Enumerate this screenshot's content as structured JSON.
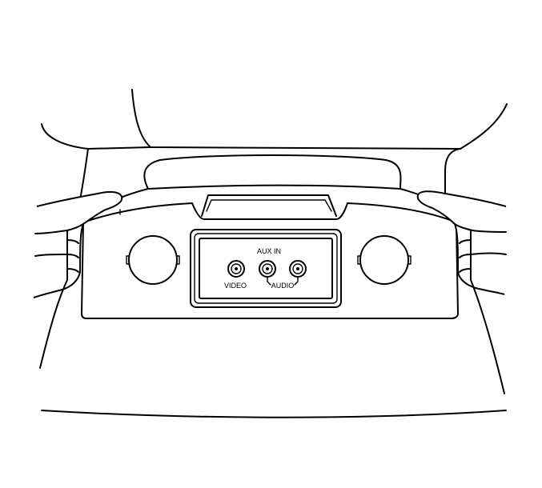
{
  "panel": {
    "title": "AUX IN",
    "video_label": "VIDEO",
    "audio_label": "AUDIO"
  },
  "colors": {
    "line": "#000000",
    "background": "#ffffff"
  }
}
